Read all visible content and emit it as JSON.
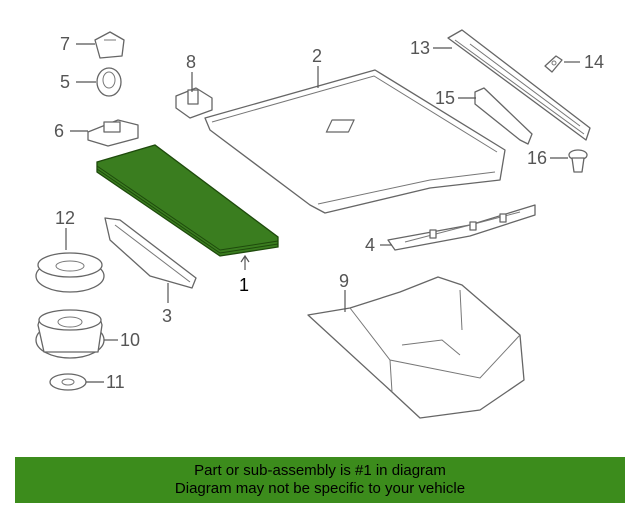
{
  "callouts": {
    "c1": "1",
    "c2": "2",
    "c3": "3",
    "c4": "4",
    "c5": "5",
    "c6": "6",
    "c7": "7",
    "c8": "8",
    "c9": "9",
    "c10": "10",
    "c11": "11",
    "c12": "12",
    "c13": "13",
    "c14": "14",
    "c15": "15",
    "c16": "16"
  },
  "banner": {
    "line1": "Part or sub-assembly is #1 in diagram",
    "line2": "Diagram may not be specific to your vehicle"
  },
  "colors": {
    "highlight_part": "#3a7d1f",
    "banner_background": "#3c8c1c"
  }
}
